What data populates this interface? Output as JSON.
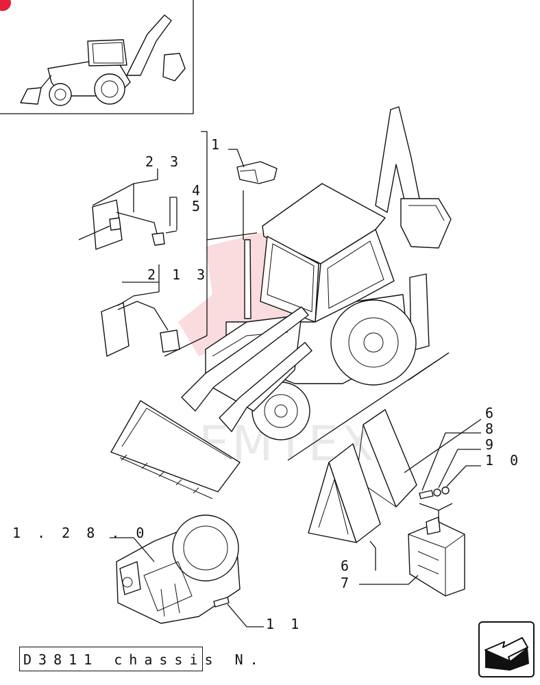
{
  "callouts": {
    "c23": "2 3",
    "c4": "4",
    "c5": "5",
    "c1": "1",
    "c213": "2 1 3",
    "c6a": "6",
    "c8": "8",
    "c9": "9",
    "c10": "1 0",
    "c1280": "1 . 2 8 . 0",
    "c6b": "6",
    "c7": "7",
    "c11": "1 1"
  },
  "footer": {
    "text": "D3811 chassis N."
  },
  "nav": {
    "icon": "arrow-next-icon"
  },
  "colors": {
    "line": "#111111",
    "corner_mark": "#e5203a",
    "watermark_red": "#e63946"
  }
}
